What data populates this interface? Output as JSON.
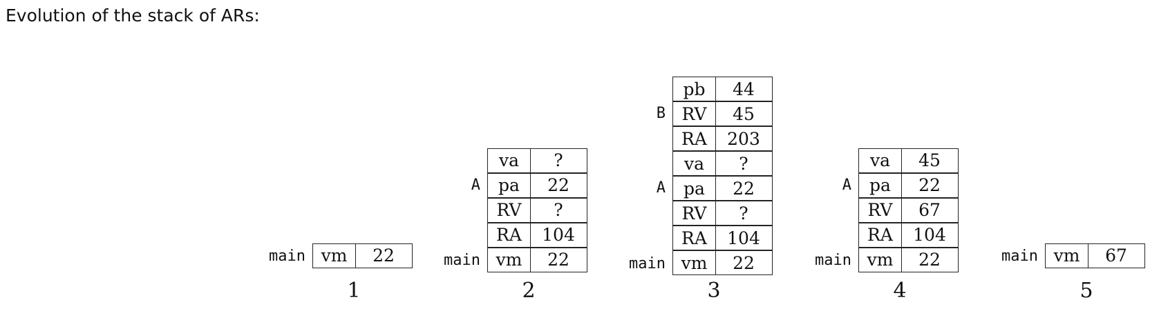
{
  "title": "Evolution of the stack of ARs:",
  "stacks": [
    {
      "number": "1",
      "frames": [
        {
          "label": "main",
          "rows": [
            {
              "name": "vm",
              "value": "22"
            }
          ]
        }
      ]
    },
    {
      "number": "2",
      "frames": [
        {
          "label": "A",
          "rows": [
            {
              "name": "va",
              "value": "?"
            },
            {
              "name": "pa",
              "value": "22"
            },
            {
              "name": "RV",
              "value": "?"
            },
            {
              "name": "RA",
              "value": "104"
            }
          ]
        },
        {
          "label": "main",
          "rows": [
            {
              "name": "vm",
              "value": "22"
            }
          ]
        }
      ]
    },
    {
      "number": "3",
      "frames": [
        {
          "label": "B",
          "rows": [
            {
              "name": "pb",
              "value": "44"
            },
            {
              "name": "RV",
              "value": "45"
            },
            {
              "name": "RA",
              "value": "203"
            }
          ]
        },
        {
          "label": "A",
          "rows": [
            {
              "name": "va",
              "value": "?"
            },
            {
              "name": "pa",
              "value": "22"
            },
            {
              "name": "RV",
              "value": "?"
            },
            {
              "name": "RA",
              "value": "104"
            }
          ]
        },
        {
          "label": "main",
          "rows": [
            {
              "name": "vm",
              "value": "22"
            }
          ]
        }
      ]
    },
    {
      "number": "4",
      "frames": [
        {
          "label": "A",
          "rows": [
            {
              "name": "va",
              "value": "45"
            },
            {
              "name": "pa",
              "value": "22"
            },
            {
              "name": "RV",
              "value": "67"
            },
            {
              "name": "RA",
              "value": "104"
            }
          ]
        },
        {
          "label": "main",
          "rows": [
            {
              "name": "vm",
              "value": "22"
            }
          ]
        }
      ]
    },
    {
      "number": "5",
      "frames": [
        {
          "label": "main",
          "rows": [
            {
              "name": "vm",
              "value": "67"
            }
          ]
        }
      ]
    }
  ]
}
